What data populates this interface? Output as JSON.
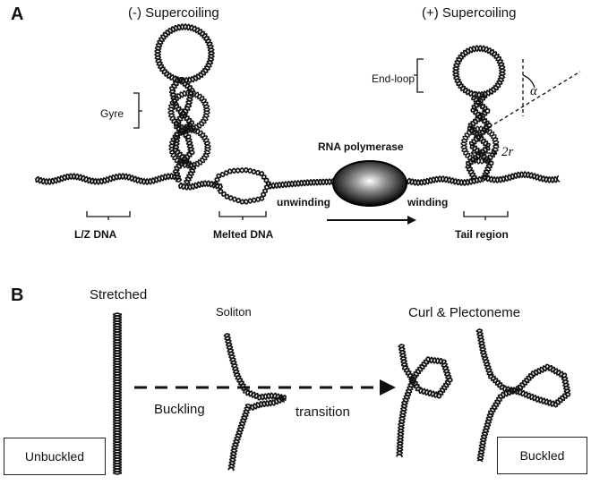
{
  "panel_a": {
    "letter": "A",
    "neg_header": "(-) Supercoiling",
    "pos_header": "(+) Supercoiling",
    "end_loop": "End-loop",
    "alpha": "α",
    "gyre": "Gyre",
    "rna_polymerase": "RNA polymerase",
    "two_r": "2r",
    "unwinding": "unwinding",
    "winding": "winding",
    "lz_dna": "L/Z  DNA",
    "melted_dna": "Melted DNA",
    "tail_region": "Tail region"
  },
  "panel_b": {
    "letter": "B",
    "stretched": "Stretched",
    "soliton": "Soliton",
    "curl_plectoneme": "Curl & Plectoneme",
    "buckling": "Buckling",
    "transition": "transition",
    "unbuckled": "Unbuckled",
    "buckled": "Buckled"
  },
  "colors": {
    "ink": "#111111",
    "polymerase_center": "#ffffff",
    "polymerase_edge": "#000000"
  }
}
